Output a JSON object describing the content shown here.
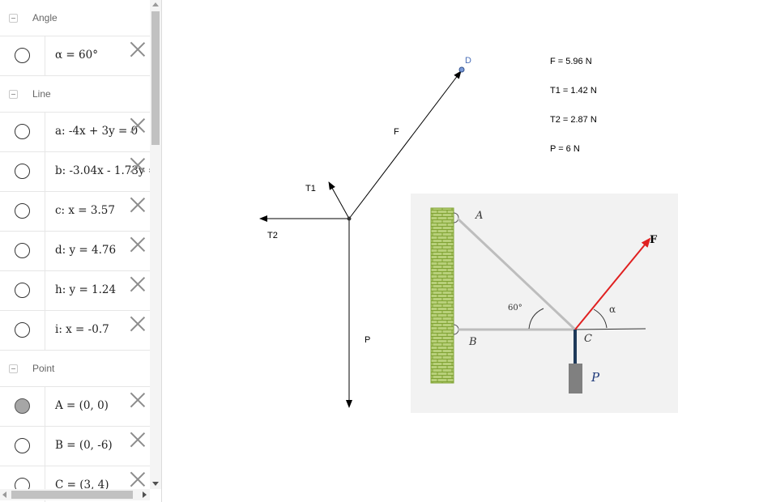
{
  "algebra": {
    "groups": [
      {
        "name": "Angle",
        "items": [
          {
            "expr": "α = 60°",
            "visible": false
          }
        ]
      },
      {
        "name": "Line",
        "items": [
          {
            "expr": "a: -4x + 3y = 0",
            "visible": false
          },
          {
            "expr": "b: -3.04x - 1.73y =",
            "visible": false
          },
          {
            "expr": "c: x = 3.57",
            "visible": false
          },
          {
            "expr": "d: y = 4.76",
            "visible": false
          },
          {
            "expr": "h: y = 1.24",
            "visible": false
          },
          {
            "expr": "i: x = -0.7",
            "visible": false
          }
        ]
      },
      {
        "name": "Point",
        "items": [
          {
            "expr": "A = (0, 0)",
            "visible": true
          },
          {
            "expr": "B = (0, -6)",
            "visible": false
          },
          {
            "expr": "C = (3, 4)",
            "visible": false
          }
        ]
      }
    ]
  },
  "graphics": {
    "vector_labels": {
      "F": "F",
      "T1": "T1",
      "T2": "T2",
      "P": "P",
      "D": "D"
    },
    "readouts": {
      "F": "F = 5.96 N",
      "T1": "T1 = 1.42 N",
      "T2": "T2 = 2.87 N",
      "P": "P = 6 N"
    }
  },
  "figure": {
    "labels": {
      "A": "A",
      "B": "B",
      "C": "C",
      "F": "F",
      "P": "P",
      "alpha": "α",
      "angle": "60°"
    },
    "colors": {
      "force": "#e02020",
      "rope": "#bdbdbd",
      "wall": "#8fb33a",
      "post": "#1f3a5a",
      "weight": "#808080"
    }
  }
}
